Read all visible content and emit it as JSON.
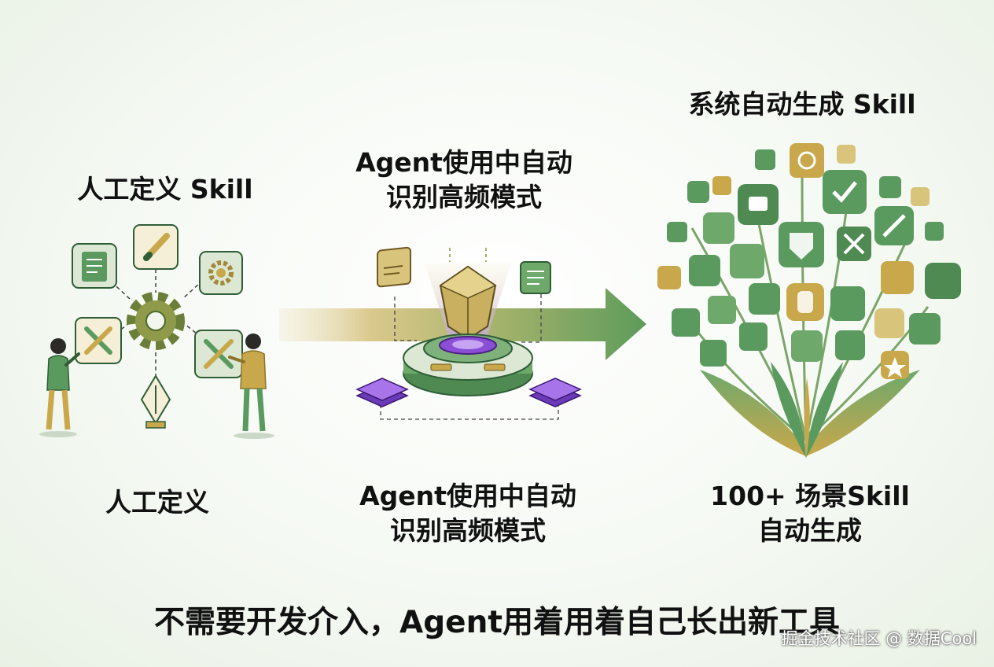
{
  "left": {
    "title": "人工定义 Skill",
    "caption": "人工定义"
  },
  "middle": {
    "title_line1": "Agent使用中自动",
    "title_line2": "识别高频模式",
    "caption_line1": "Agent使用中自动",
    "caption_line2": "识别高频模式"
  },
  "right": {
    "title": "系统自动生成 Skill",
    "caption_line1": "100+ 场景Skill",
    "caption_line2": "自动生成"
  },
  "footer": {
    "tagline": "不需要开发介入，Agent用着用着自己长出新工具"
  },
  "watermark": "掘金技术社区 @ 数据Cool",
  "colors": {
    "green": "#5b9a5f",
    "dark_green": "#3f7a48",
    "gold": "#c9a84b",
    "purple": "#8a4fd6"
  }
}
